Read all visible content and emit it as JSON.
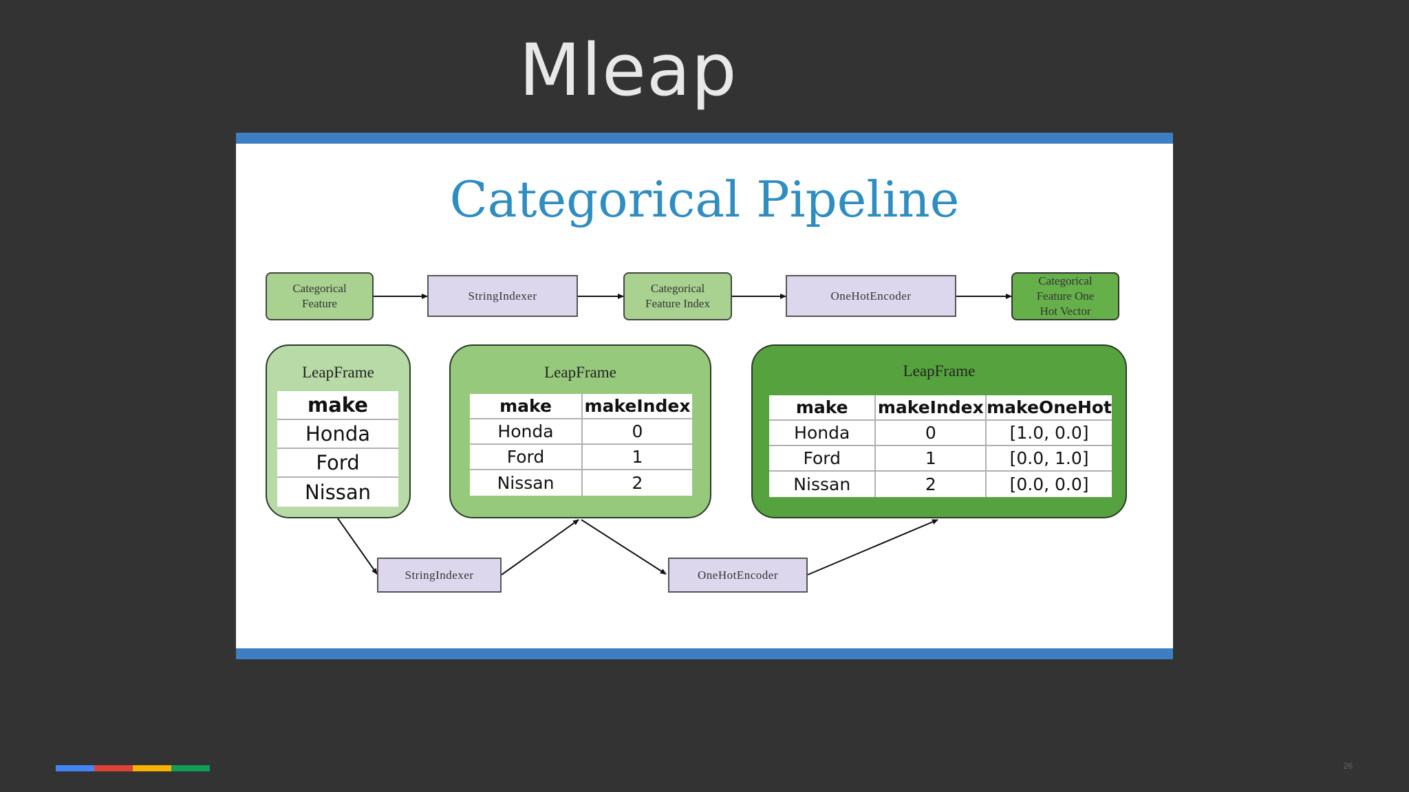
{
  "slide": {
    "title": "Mleap",
    "page_number": "26",
    "brand_colors": [
      "#4285f4",
      "#db4437",
      "#f4b400",
      "#0f9d58"
    ]
  },
  "figure": {
    "title": "Categorical Pipeline",
    "accent_color": "#3d7fc1",
    "top_row": {
      "categorical_feature": "Categorical Feature",
      "string_indexer": "StringIndexer",
      "categorical_feature_index": "Categorical Feature Index",
      "one_hot_encoder": "OneHotEncoder",
      "categorical_feature_one_hot_vector": "Categorical Feature One Hot Vector"
    },
    "leapframes": [
      {
        "title": "LeapFrame",
        "columns": [
          "make"
        ],
        "rows": [
          [
            "Honda"
          ],
          [
            "Ford"
          ],
          [
            "Nissan"
          ]
        ]
      },
      {
        "title": "LeapFrame",
        "columns": [
          "make",
          "makeIndex"
        ],
        "rows": [
          [
            "Honda",
            "0"
          ],
          [
            "Ford",
            "1"
          ],
          [
            "Nissan",
            "2"
          ]
        ]
      },
      {
        "title": "LeapFrame",
        "columns": [
          "make",
          "makeIndex",
          "makeOneHot"
        ],
        "rows": [
          [
            "Honda",
            "0",
            "[1.0, 0.0]"
          ],
          [
            "Ford",
            "1",
            "[0.0, 1.0]"
          ],
          [
            "Nissan",
            "2",
            "[0.0, 0.0]"
          ]
        ]
      }
    ],
    "bottom_row": {
      "string_indexer": "StringIndexer",
      "one_hot_encoder": "OneHotEncoder"
    }
  }
}
